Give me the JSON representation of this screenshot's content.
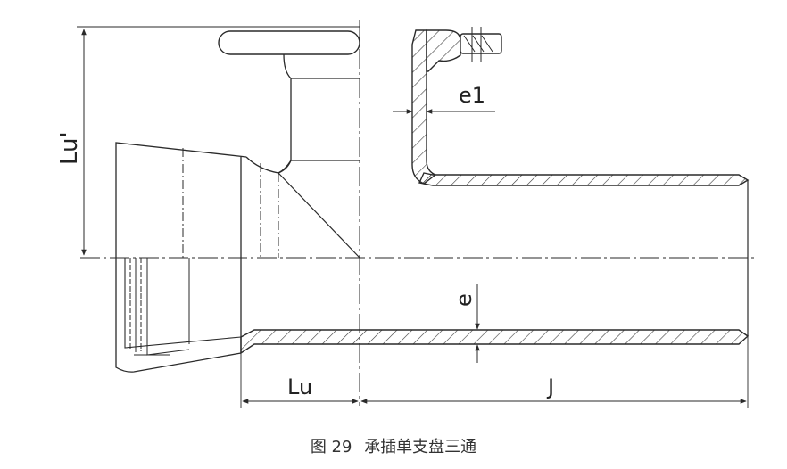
{
  "drawing": {
    "dimensions": {
      "lu_prime": "Lu'",
      "e1": "e1",
      "e": "e",
      "lu": "Lu",
      "j": "J"
    }
  },
  "caption": {
    "figure_number": "图 29",
    "title": "承插单支盘三通"
  },
  "colors": {
    "line": "#2a2a2a",
    "hatch": "#3a3a3a",
    "background": "#ffffff"
  }
}
